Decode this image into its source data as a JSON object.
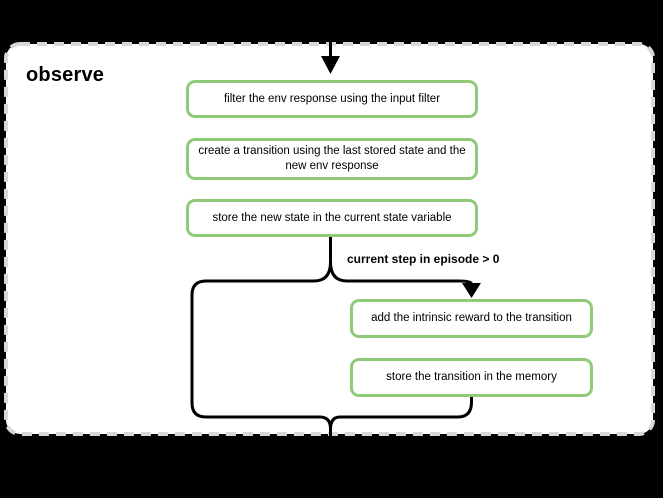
{
  "title": "observe",
  "condition_label": "current step in episode > 0",
  "nodes": [
    {
      "label": "filter the env response using the input filter"
    },
    {
      "lines": [
        "create a transition using the last stored state and the",
        "new env response"
      ]
    },
    {
      "label": "store the new state in the current state variable"
    },
    {
      "label": "add the intrinsic reward to the transition"
    },
    {
      "label": "store the transition in the memory"
    }
  ],
  "colors": {
    "background": "#000000",
    "panel": "#ffffff",
    "panel-border": "#d8d8d8",
    "node-border": "#90c978",
    "node-fill": "#ffffff",
    "flow-line": "#000000",
    "text": "#000000"
  }
}
